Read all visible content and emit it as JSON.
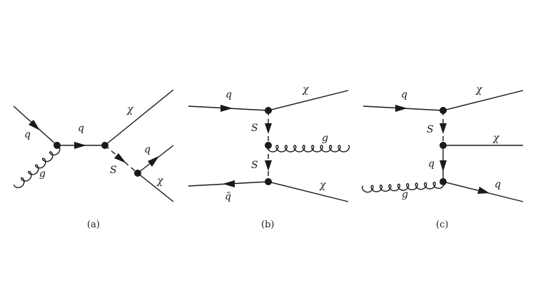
{
  "diagrams": [
    {
      "id": "a",
      "caption": "(a)",
      "labels": {
        "q_in": "q",
        "g_in": "g",
        "q_prop": "q",
        "chi_top": "χ",
        "S_prop": "S",
        "q_out": "q",
        "chi_out": "χ"
      }
    },
    {
      "id": "b",
      "caption": "(b)",
      "labels": {
        "q_in": "q",
        "chi_top": "χ",
        "S_top": "S",
        "g_out": "g",
        "S_bottom": "S",
        "qbar_in": "q̄",
        "chi_bottom": "χ"
      }
    },
    {
      "id": "c",
      "caption": "(c)",
      "labels": {
        "q_in": "q",
        "chi_top": "χ",
        "S_prop": "S",
        "chi_mid": "χ",
        "q_prop": "q",
        "g_in": "g",
        "q_out": "q"
      }
    }
  ],
  "colors": {
    "ink": "#1a1a1a",
    "background": "#ffffff"
  }
}
